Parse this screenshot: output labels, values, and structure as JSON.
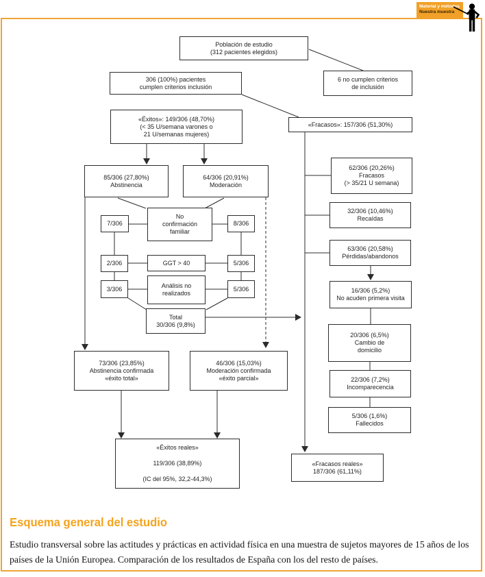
{
  "colors": {
    "accent_orange": "#F1A433",
    "heading_orange": "#F4A41E",
    "line_color": "#2b2b2b"
  },
  "logo": {
    "line1": "Material y métodos",
    "line2": "Nuestra muestra"
  },
  "flowchart": {
    "boxes": [
      {
        "id": "poblacion",
        "text": "Población de estudio\n(312 pacientes elegidos)"
      },
      {
        "id": "cumplen",
        "text": "306 (100%) pacientes\ncumplen criterios inclusión"
      },
      {
        "id": "no-cumplen",
        "text": "6 no cumplen criterios\nde inclusión"
      },
      {
        "id": "exitos",
        "text": "«Éxitos»: 149/306 (48,70%)\n(< 35 U/semana varones o\n21 U/semanas mujeres)"
      },
      {
        "id": "fracasos",
        "text": "«Fracasos»: 157/306 (51,30%)"
      },
      {
        "id": "abstinencia",
        "text": "85/306 (27,80%)\nAbstinencia"
      },
      {
        "id": "moderacion",
        "text": "64/306 (20,91%)\nModeración"
      },
      {
        "id": "n7",
        "text": "7/306"
      },
      {
        "id": "no-confirmacion",
        "text": "No\nconfirmación\nfamiliar"
      },
      {
        "id": "n8",
        "text": "8/306"
      },
      {
        "id": "n2",
        "text": "2/306"
      },
      {
        "id": "ggt",
        "text": "GGT > 40"
      },
      {
        "id": "n5a",
        "text": "5/306"
      },
      {
        "id": "n3",
        "text": "3/306"
      },
      {
        "id": "analisis",
        "text": "Análisis no\nrealizados"
      },
      {
        "id": "n5b",
        "text": "5/306"
      },
      {
        "id": "total",
        "text": "Total\n30/306 (9,8%)"
      },
      {
        "id": "fracasos-62",
        "text": "62/306 (20,26%)\nFracasos\n(> 35/21 U semana)"
      },
      {
        "id": "recaidas-32",
        "text": "32/306 (10,46%)\nRecaídas"
      },
      {
        "id": "perdidas-63",
        "text": "63/306 (20,58%)\nPérdidas/abandonos"
      },
      {
        "id": "noacuden-16",
        "text": "16/306 (5,2%)\nNo acuden primera visita"
      },
      {
        "id": "cambio-20",
        "text": "20/306 (6,5%)\nCambio de\ndomicilio"
      },
      {
        "id": "incomparecencia-22",
        "text": "22/306 (7,2%)\nIncomparecencia"
      },
      {
        "id": "fallecidos-5",
        "text": "5/306 (1,6%)\nFallecidos"
      },
      {
        "id": "abstinencia-confirmada",
        "text": "73/306 (23,85%)\nAbstinencia confirmada\n«éxito total»"
      },
      {
        "id": "moderacion-confirmada",
        "text": "46/306 (15,03%)\nModeración confirmada\n«éxito parcial»"
      },
      {
        "id": "exitos-reales",
        "text": "«Éxitos reales»\n119/306 (38,89%)\n(IC del 95%, 32,2-44,3%)"
      },
      {
        "id": "fracasos-reales",
        "text": "«Fracasos reales»\n187/306 (61,11%)"
      }
    ]
  },
  "footer": {
    "heading": "Esquema general del estudio",
    "body": "Estudio transversal sobre las actitudes y prácticas en actividad física en una muestra de sujetos mayores de 15 años de los países de la Unión Europea. Comparación de los resultados de España con los del resto de países."
  }
}
